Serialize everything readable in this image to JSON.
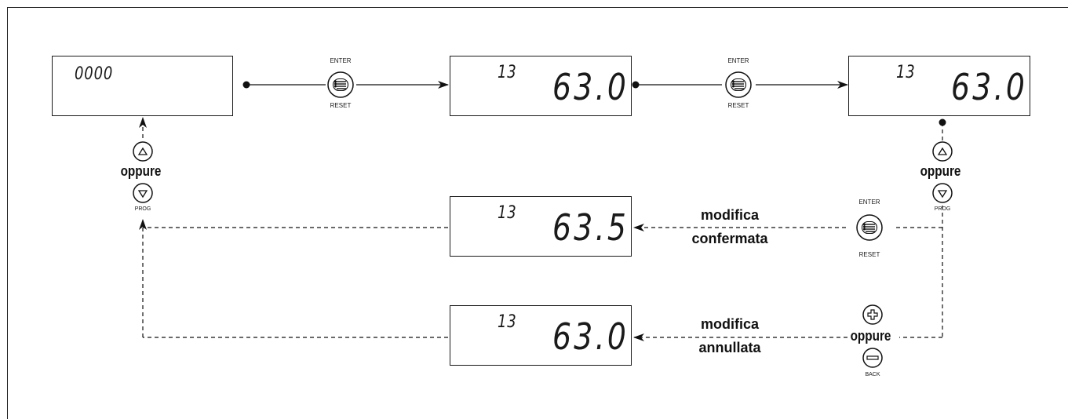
{
  "displays": {
    "initial": {
      "big": "0000"
    },
    "select": {
      "small": "13",
      "big": "63.0"
    },
    "edit": {
      "small": "13",
      "big": "63.0"
    },
    "confirmed": {
      "small": "13",
      "big": "63.5"
    },
    "cancelled": {
      "small": "13",
      "big": "63.0"
    }
  },
  "buttons": {
    "enter_top": "ENTER",
    "reset_bottom": "RESET",
    "prog": "PROG",
    "back": "BACK"
  },
  "labels": {
    "or": "oppure",
    "modifica": "modifica",
    "confermata": "confermata",
    "annullata": "annullata"
  },
  "icons": {
    "menu": "menu-lines-icon",
    "up": "triangle-up-icon",
    "down": "triangle-down-icon",
    "plus": "plus-icon",
    "minus": "minus-icon"
  }
}
